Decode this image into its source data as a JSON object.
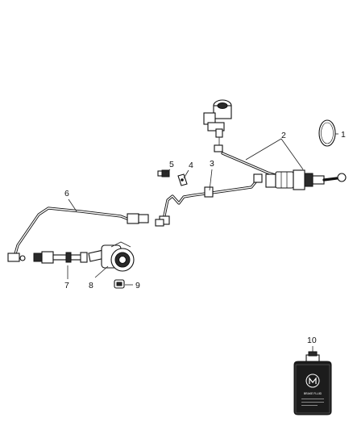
{
  "callouts": [
    {
      "id": "1",
      "label": "1"
    },
    {
      "id": "2",
      "label": "2"
    },
    {
      "id": "3",
      "label": "3"
    },
    {
      "id": "4",
      "label": "4"
    },
    {
      "id": "5",
      "label": "5"
    },
    {
      "id": "6",
      "label": "6"
    },
    {
      "id": "7",
      "label": "7"
    },
    {
      "id": "8",
      "label": "8"
    },
    {
      "id": "9",
      "label": "9"
    },
    {
      "id": "10",
      "label": "10"
    }
  ],
  "bottle": {
    "brand_mark": "mopar-logo",
    "label_text": "BRAKE FLUID"
  },
  "colors": {
    "line": "#111111",
    "bottle_fill": "#1c1c1c",
    "background": "#ffffff"
  }
}
